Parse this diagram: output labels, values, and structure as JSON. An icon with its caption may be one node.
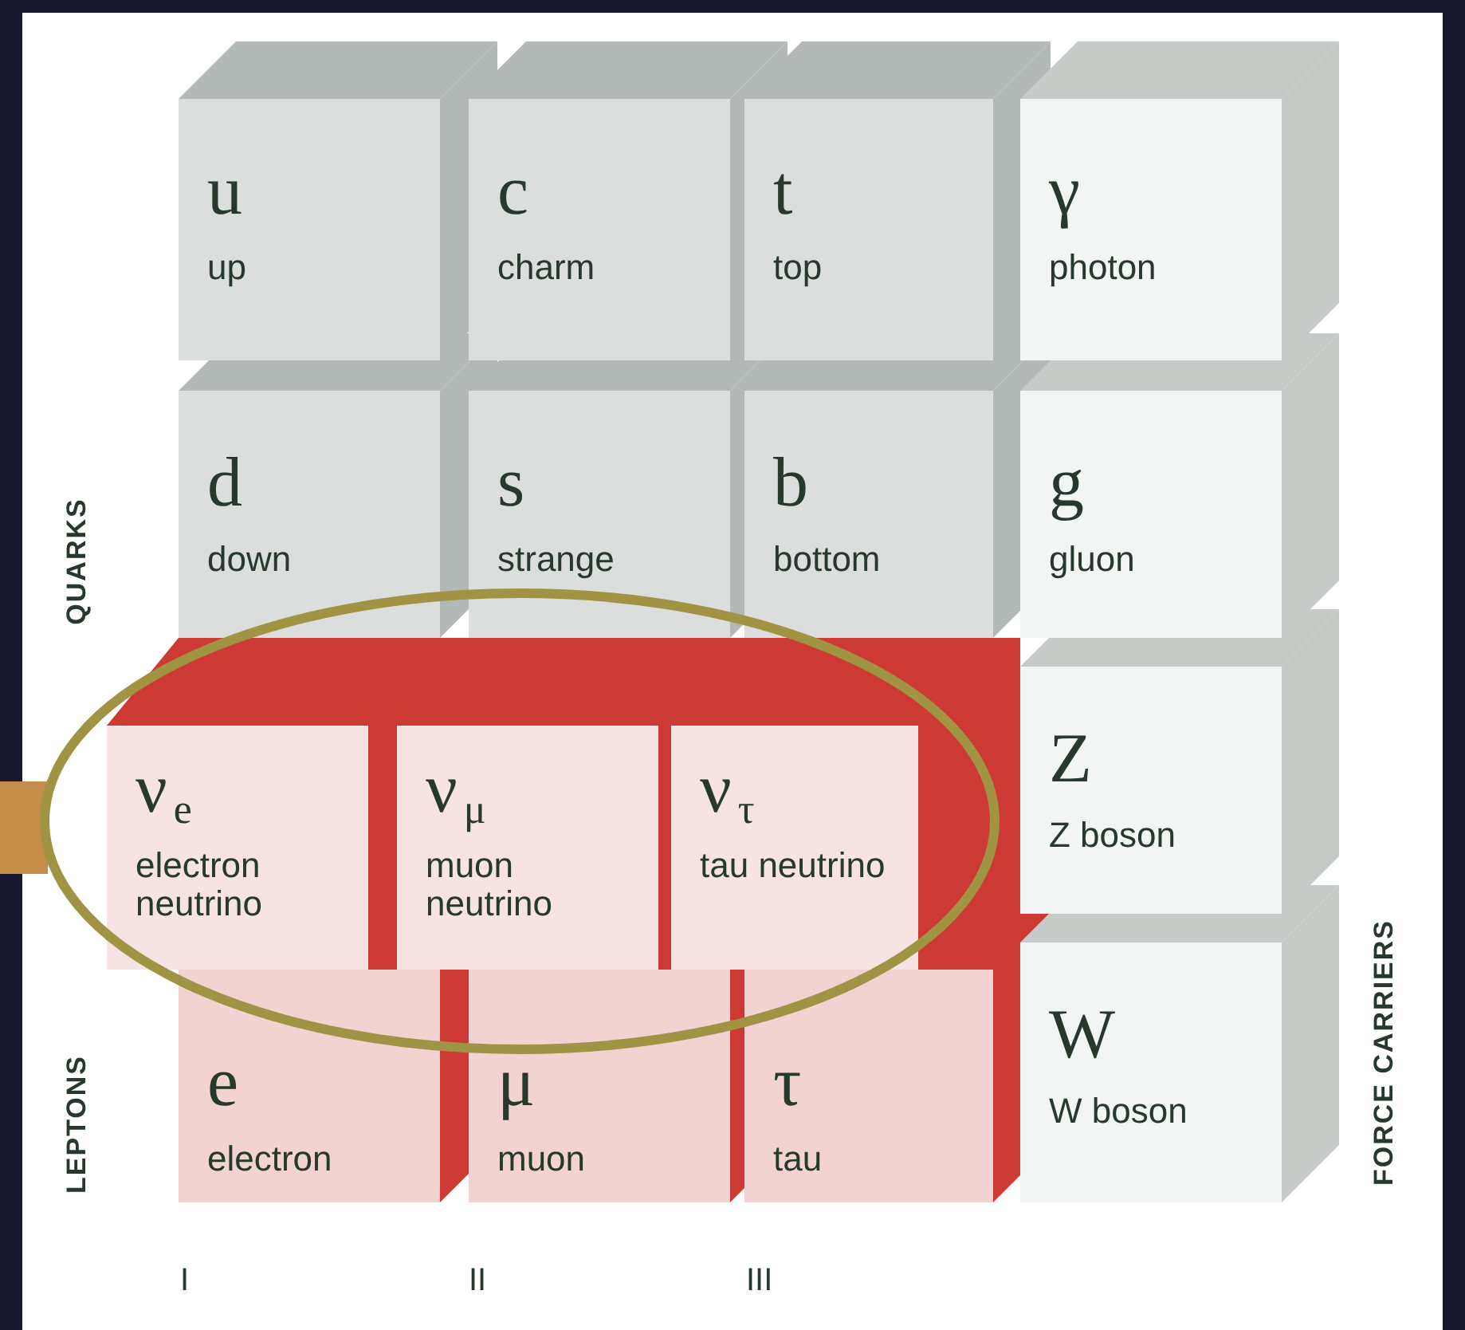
{
  "diagram": {
    "nodes": [
      {
        "text": [
          "u",
          "up"
        ]
      },
      {
        "text": [
          "c",
          "charm"
        ]
      },
      {
        "text": [
          "t",
          "top"
        ]
      },
      {
        "text": [
          "γ",
          "photon"
        ]
      },
      {
        "text": [
          "d",
          "down"
        ]
      },
      {
        "text": [
          "s",
          "strange"
        ]
      },
      {
        "text": [
          "b",
          "bottom"
        ]
      },
      {
        "text": [
          "g",
          "gluon"
        ]
      },
      {
        "text": [
          "ν$_{e}$",
          "electron neutrino"
        ]
      },
      {
        "text": [
          "ν$_{μ}$",
          "muon neutrino"
        ]
      },
      {
        "text": [
          "ν$_{τ}$",
          "tau neutrino"
        ]
      },
      {
        "text": [
          "Z",
          "Z boson"
        ]
      },
      {
        "text": [
          "e",
          "electron"
        ]
      },
      {
        "text": [
          "μ",
          "muon"
        ]
      },
      {
        "text": [
          "τ",
          "tau"
        ]
      },
      {
        "text": [
          "W",
          "W boson"
        ]
      }
    ],
    "labels": [
      "QUARKS",
      "LEPTONS",
      "FORCE CARRIERS",
      "I",
      "II",
      "III"
    ]
  }
}
